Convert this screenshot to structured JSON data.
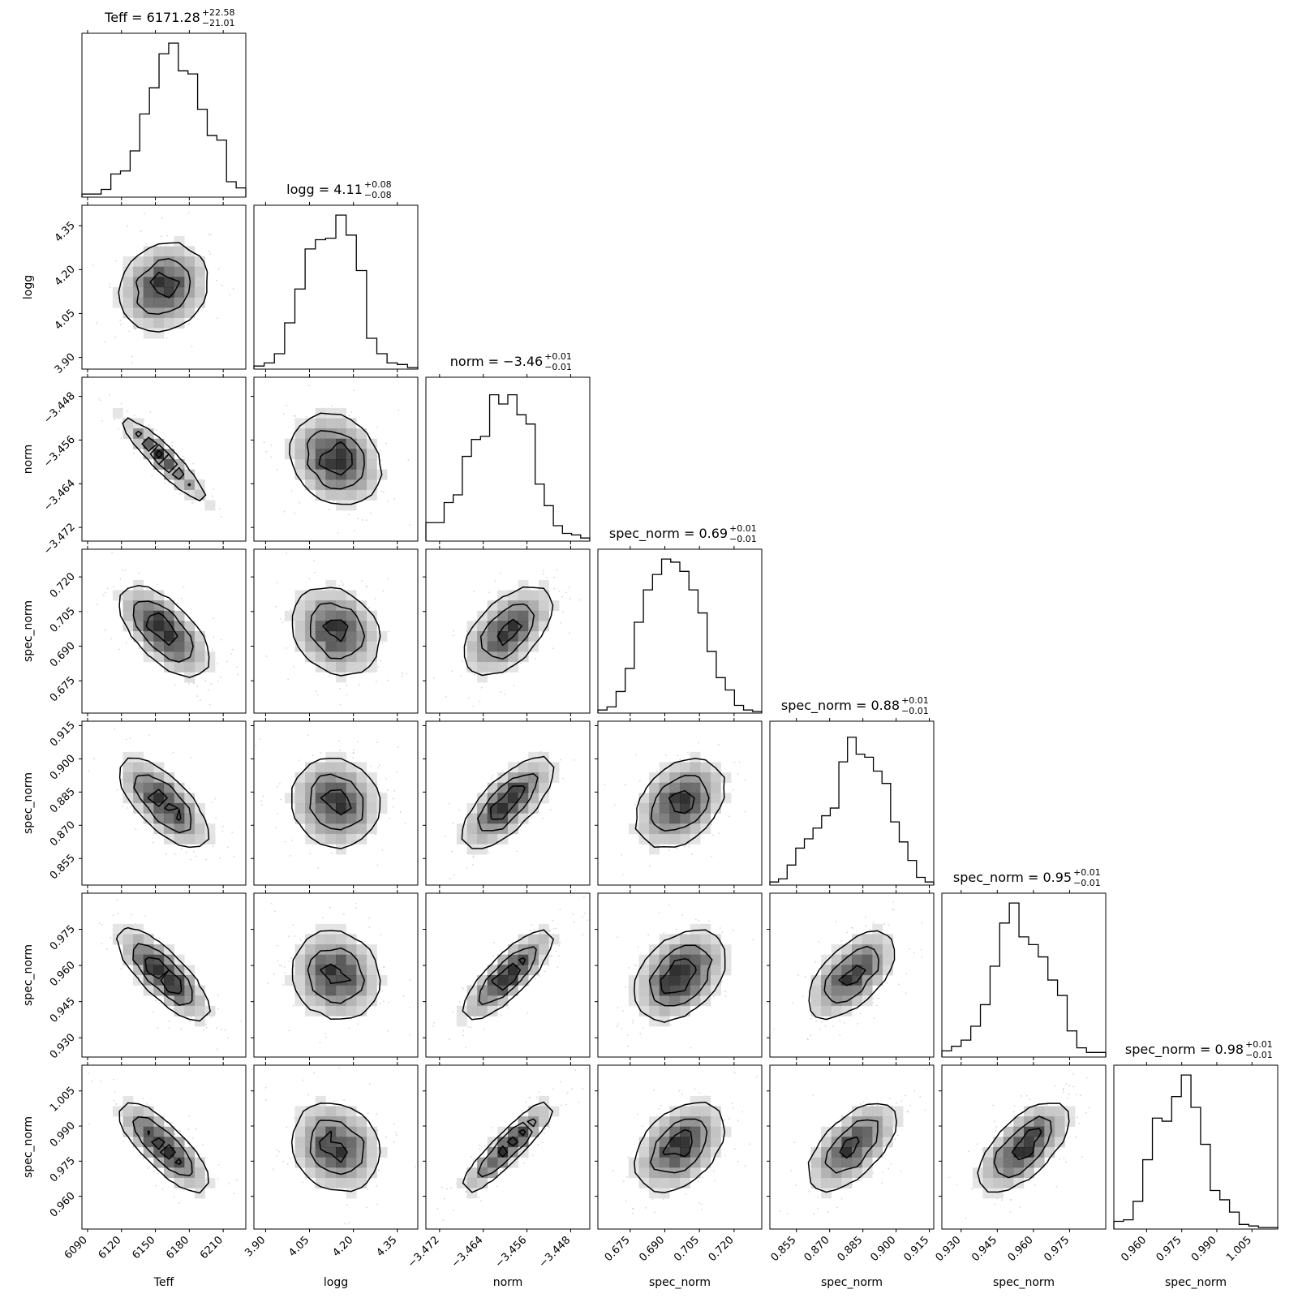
{
  "chart_data": {
    "type": "corner",
    "parameters": [
      {
        "label": "Teff",
        "median": "6171.28",
        "plus": "+22.58",
        "minus": "−21.01",
        "range": [
          6085,
          6230
        ],
        "ticks": [
          "6090",
          "6120",
          "6150",
          "6180",
          "6210"
        ],
        "hist": [
          0.02,
          0.02,
          0.05,
          0.15,
          0.17,
          0.3,
          0.54,
          0.71,
          0.93,
          1.0,
          0.82,
          0.8,
          0.57,
          0.4,
          0.37,
          0.1,
          0.06
        ]
      },
      {
        "label": "logg",
        "median": "4.11",
        "plus": "+0.08",
        "minus": "−0.08",
        "range": [
          3.86,
          4.42
        ],
        "ticks": [
          "3.90",
          "4.05",
          "4.20",
          "4.35"
        ],
        "hist": [
          0.02,
          0.04,
          0.1,
          0.3,
          0.52,
          0.78,
          0.84,
          0.85,
          1.0,
          0.87,
          0.64,
          0.2,
          0.1,
          0.04,
          0.03,
          0.01
        ]
      },
      {
        "label": "norm",
        "median": "−3.46",
        "plus": "+0.01",
        "minus": "−0.01",
        "range": [
          -3.4745,
          -3.4445
        ],
        "ticks": [
          "−3.472",
          "−3.464",
          "−3.456",
          "−3.448"
        ],
        "hist": [
          0.12,
          0.12,
          0.25,
          0.3,
          0.55,
          0.66,
          0.68,
          0.95,
          0.89,
          0.95,
          0.82,
          0.76,
          0.37,
          0.23,
          0.1,
          0.05,
          0.04,
          0.02
        ]
      },
      {
        "label": "spec_norm",
        "median": "0.69",
        "plus": "+0.01",
        "minus": "−0.01",
        "range": [
          0.661,
          0.732
        ],
        "ticks": [
          "0.675",
          "0.690",
          "0.705",
          "0.720"
        ],
        "hist": [
          0.02,
          0.04,
          0.14,
          0.29,
          0.59,
          0.8,
          0.9,
          1.0,
          0.98,
          0.92,
          0.8,
          0.65,
          0.4,
          0.23,
          0.15,
          0.05,
          0.02,
          0.01
        ]
      },
      {
        "label": "spec_norm",
        "median": "0.88",
        "plus": "+0.01",
        "minus": "−0.01",
        "range": [
          0.843,
          0.917
        ],
        "ticks": [
          "0.855",
          "0.870",
          "0.885",
          "0.900",
          "0.915"
        ],
        "hist": [
          0.02,
          0.04,
          0.13,
          0.24,
          0.3,
          0.37,
          0.45,
          0.5,
          0.8,
          0.96,
          0.85,
          0.83,
          0.74,
          0.66,
          0.41,
          0.28,
          0.16,
          0.05,
          0.02
        ]
      },
      {
        "label": "spec_norm",
        "median": "0.95",
        "plus": "+0.01",
        "minus": "−0.01",
        "range": [
          0.922,
          0.99
        ],
        "ticks": [
          "0.930",
          "0.945",
          "0.960",
          "0.975"
        ],
        "hist": [
          0.04,
          0.07,
          0.11,
          0.2,
          0.34,
          0.59,
          0.87,
          1.0,
          0.78,
          0.73,
          0.65,
          0.5,
          0.4,
          0.17,
          0.06,
          0.03,
          0.03
        ]
      },
      {
        "label": "spec_norm",
        "median": "0.98",
        "plus": "+0.01",
        "minus": "−0.01",
        "range": [
          0.946,
          1.016
        ],
        "ticks": [
          "0.960",
          "0.975",
          "0.990",
          "1.005"
        ],
        "hist": [
          0.05,
          0.06,
          0.18,
          0.45,
          0.72,
          0.7,
          0.86,
          1.0,
          0.79,
          0.55,
          0.25,
          0.19,
          0.11,
          0.03,
          0.02,
          0.01,
          0.01
        ]
      }
    ],
    "correlations": [
      [
        0,
        0,
        0,
        0,
        0,
        0,
        0
      ],
      [
        0.15,
        0,
        0,
        0,
        0,
        0,
        0
      ],
      [
        -0.94,
        -0.2,
        0,
        0,
        0,
        0,
        0
      ],
      [
        -0.62,
        -0.2,
        0.55,
        0,
        0,
        0,
        0
      ],
      [
        -0.7,
        -0.1,
        0.72,
        0.35,
        0,
        0,
        0
      ],
      [
        -0.78,
        -0.1,
        0.82,
        0.4,
        0.6,
        0,
        0
      ],
      [
        -0.8,
        -0.15,
        0.9,
        0.4,
        0.6,
        0.65,
        0
      ]
    ],
    "contour_levels": [
      0.39,
      0.86,
      1.39
    ],
    "grid": false,
    "colors": {
      "axes": "#000000",
      "density": "#000000",
      "points": "#bbbbbb"
    }
  }
}
